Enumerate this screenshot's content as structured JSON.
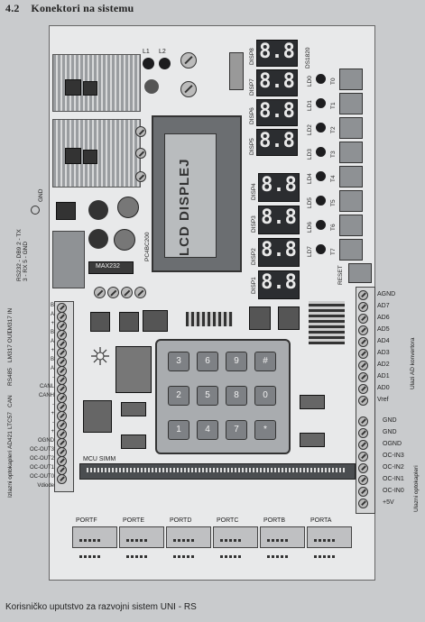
{
  "header": {
    "section": "4.2",
    "title": "Konektori na sistemu"
  },
  "footer": {
    "text": "Korisničko uputstvo za razvojni sistem UNI - RS"
  },
  "board": {
    "lcd_text": "LCD DISPLEJ",
    "lcd_label": "PC4BC200",
    "gnd_label": "GND",
    "rs232_label": "RS232 - DB9 2 - TX 3 - RX 5 - GND",
    "max232": "MAX232",
    "keypad": [
      "3",
      "6",
      "9",
      "#",
      "2",
      "5",
      "8",
      "0",
      "1",
      "4",
      "7",
      "*"
    ],
    "mcu_label": "MCU SIMM",
    "disp_right": [
      "DISP8",
      "DISP7",
      "DISP6",
      "DISP5"
    ],
    "disp_right_top": "DS1820",
    "disp_left": [
      "DISP4",
      "DISP3",
      "DISP2",
      "DISP1"
    ],
    "leds": [
      "LD0",
      "LD1",
      "LD2",
      "LD3",
      "LD4",
      "LD5",
      "LD6",
      "LD7"
    ],
    "buttons": [
      "T0",
      "T1",
      "T2",
      "T3",
      "T4",
      "T5",
      "T6",
      "T7"
    ],
    "reset": "RESET",
    "l1": "L1",
    "l2": "L2",
    "ports": [
      "PORTF",
      "PORTE",
      "PORTD",
      "PORTC",
      "PORTB",
      "PORTA"
    ],
    "left_terms": [
      "B",
      "A",
      "+",
      "B",
      "A",
      "+",
      "B",
      "A",
      "-",
      "CANL",
      "CANH",
      "-",
      "+",
      "-",
      "+",
      "OGND",
      "OC-OUT3",
      "OC-OUT2",
      "OC-OUT1",
      "OC-OUT0",
      "Vdiode"
    ],
    "left_groups": [
      "LM317 IN",
      "LM317 OUT",
      "RS485",
      "CAN",
      "LTC57",
      "AD421",
      "Izlazni optokapleri"
    ],
    "right_terms": [
      "AGND",
      "AD7",
      "AD6",
      "AD5",
      "AD4",
      "AD3",
      "AD2",
      "AD1",
      "AD0",
      "Vref",
      "GND",
      "GND",
      "OGND",
      "OC-IN3",
      "OC-IN2",
      "OC-IN1",
      "OC-IN0",
      "+5V"
    ],
    "right_groups": [
      "Ulazi AD konvertora",
      "Ulazni optokapleri"
    ]
  }
}
